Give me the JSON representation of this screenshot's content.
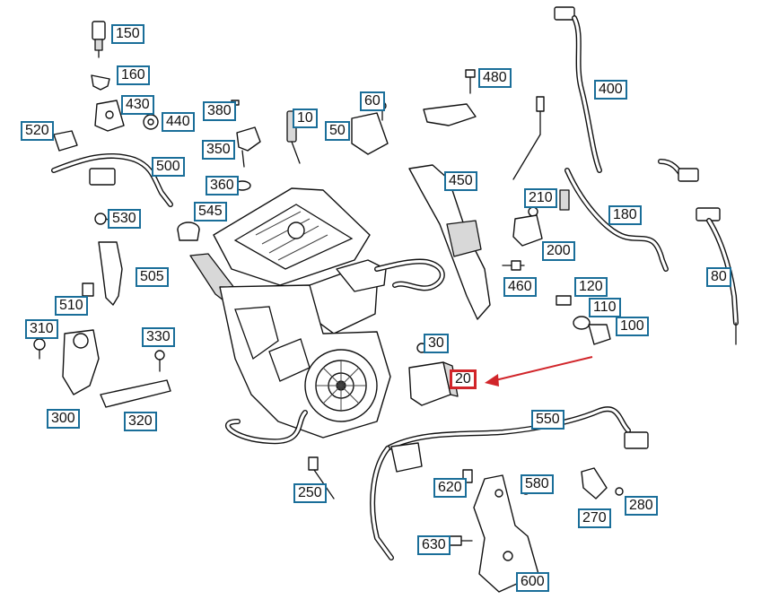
{
  "diagram": {
    "highlight_color": "#d1252a",
    "callout_border_color": "#1a6e99",
    "highlighted_part": "20",
    "callouts": {
      "c150": "150",
      "c160": "160",
      "c430": "430",
      "c440": "440",
      "c520": "520",
      "c500": "500",
      "c380": "380",
      "c350": "350",
      "c360": "360",
      "c10": "10",
      "c50": "50",
      "c60": "60",
      "c480": "480",
      "c400": "400",
      "c450": "450",
      "c210": "210",
      "c180": "180",
      "c200": "200",
      "c460": "460",
      "c80": "80",
      "c530": "530",
      "c545": "545",
      "c505": "505",
      "c510": "510",
      "c310": "310",
      "c330": "330",
      "c300": "300",
      "c320": "320",
      "c120": "120",
      "c110": "110",
      "c100": "100",
      "c30": "30",
      "c20": "20",
      "c550": "550",
      "c250": "250",
      "c620": "620",
      "c580": "580",
      "c630": "630",
      "c600": "600",
      "c270": "270",
      "c280": "280"
    }
  }
}
